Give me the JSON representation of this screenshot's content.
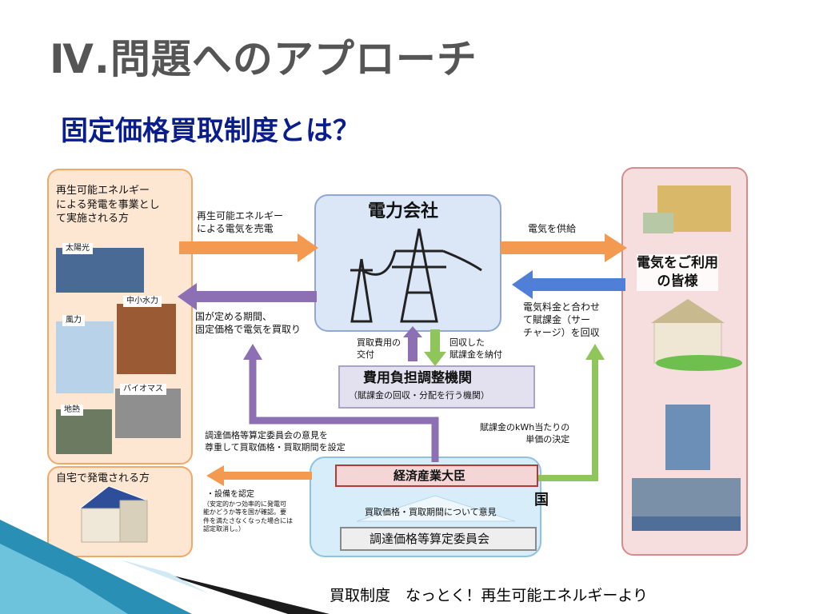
{
  "slide": {
    "title": "Ⅳ.問題へのアプローチ",
    "subtitle": "固定価格買取制度とは？",
    "caption": "買取制度　なっとく！再生可能エネルギーより"
  },
  "diagram": {
    "left_box": {
      "heading": "再生可能エネルギー\nによる発電を事業とし\nて実施される方",
      "labels": [
        "太陽光",
        "中小水力",
        "風力",
        "バイオマス",
        "地熱"
      ]
    },
    "home_box": {
      "heading": "自宅で発電される方",
      "note_title": "・設備を認定",
      "note_body": "（安定的かつ効率的に発電可\n能かどうか等を国が確認。要\n件を満たさなくなった場合には\n認定取消し。）"
    },
    "center": {
      "company": "電力会社",
      "agency_title": "費用負担調整機関",
      "agency_sub": "（賦課金の回収・分配を行う機関）",
      "minister": "経済産業大臣",
      "country": "国",
      "opinion": "買取価格・買取期間について意見",
      "committee": "調達価格等算定委員会"
    },
    "right_box": {
      "users": "電気をご利用\nの皆様"
    },
    "arrows": {
      "sell": "再生可能エネルギー\nによる電気を売電",
      "supply": "電気を供給",
      "buy": "国が定める期間、\n固定価格で電気を買取り",
      "collect": "電気料金と合わせ\nて賦課金（サー\nチャージ）を回収",
      "grant": "買取費用の\n交付",
      "pay": "回収した\n賦課金を納付",
      "set_price": "調達価格等算定委員会の意見を\n尊重して買取価格・買取期間を設定",
      "unit_price": "賦課金のkWh当たりの\n単価の決定"
    }
  },
  "colors": {
    "title_gray": "#555555",
    "subtitle_blue": "#0a1d8f",
    "orange": "#f39a50",
    "purple": "#8d6fb4",
    "green": "#8fc55a",
    "blue": "#4f7fd6"
  }
}
